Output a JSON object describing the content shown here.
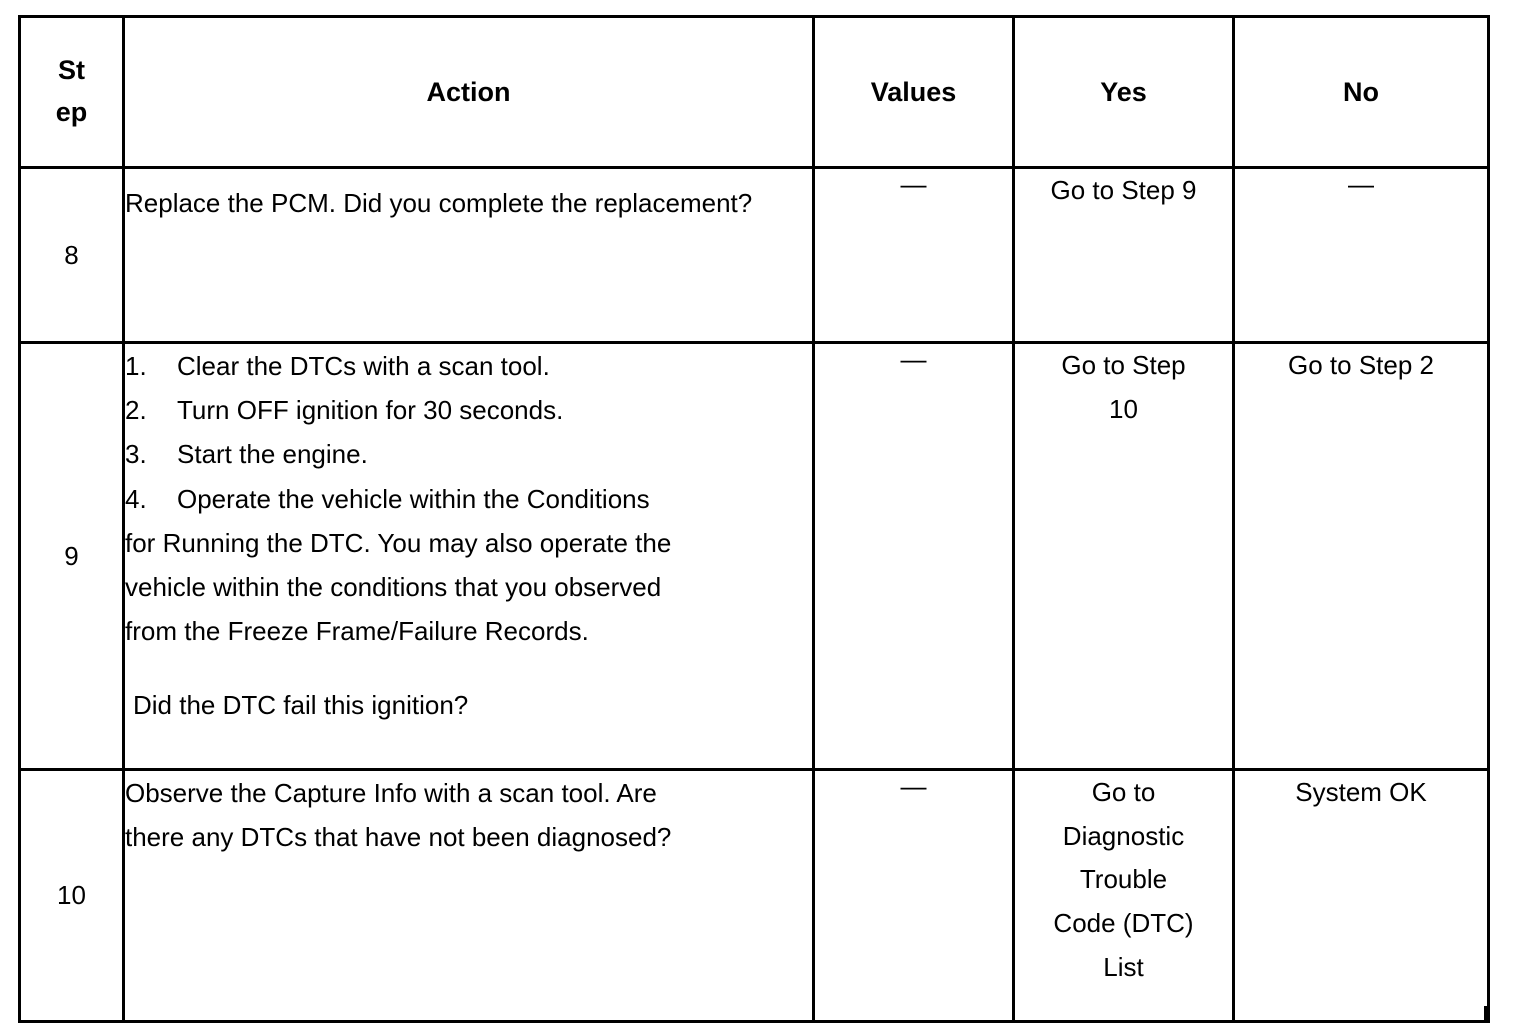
{
  "table": {
    "headers": {
      "step_line1": "St",
      "step_line2": "ep",
      "action": "Action",
      "values": "Values",
      "yes": "Yes",
      "no": "No"
    },
    "rows": [
      {
        "step": "8",
        "action_paragraph": "Replace the PCM.  Did you complete the replacement?",
        "values": "—",
        "yes": "Go to Step 9",
        "no": "—"
      },
      {
        "step": "9",
        "list": [
          {
            "num": "1.",
            "text": "Clear the DTCs with a scan tool."
          },
          {
            "num": "2.",
            "text": "Turn OFF ignition for 30 seconds."
          },
          {
            "num": "3.",
            "text": "Start the engine."
          },
          {
            "num": "4.",
            "text": "Operate the vehicle within the Conditions"
          }
        ],
        "continuation": [
          "for Running the DTC. You may also operate the",
          "vehicle within the conditions that you observed",
          "from the Freeze Frame/Failure Records."
        ],
        "question": "Did the DTC fail this ignition?",
        "values": "—",
        "yes_lines": [
          "Go to Step",
          "10"
        ],
        "no": "Go to Step 2"
      },
      {
        "step": "10",
        "action_lines": [
          "Observe the Capture Info with a scan tool. Are",
          "there any DTCs that have not been diagnosed?"
        ],
        "values": "—",
        "yes_lines": [
          "Go to",
          "Diagnostic",
          "Trouble",
          "Code (DTC)",
          "List"
        ],
        "no": "System OK"
      }
    ]
  },
  "colors": {
    "border": "#000000",
    "text": "#000000",
    "background": "#ffffff"
  }
}
